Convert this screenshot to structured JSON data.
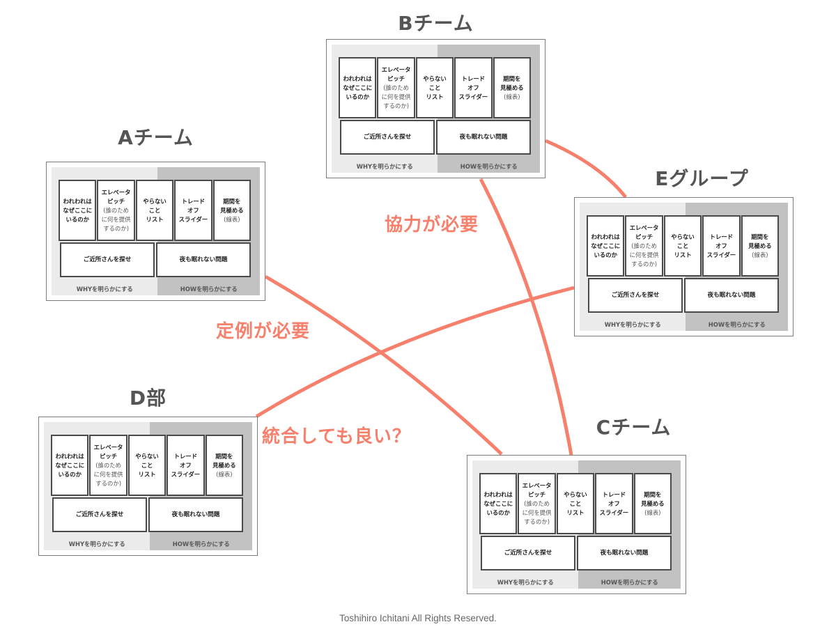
{
  "accent_color": "#f7806d",
  "card_template": {
    "top_row": [
      {
        "main": "われわれは\nなぜここに\nいるのか",
        "sub": ""
      },
      {
        "main": "エレベータ\nピッチ",
        "sub": "(誰のため\nに何を提供\nするのか)"
      },
      {
        "main": "やらない\nこと\nリスト",
        "sub": ""
      },
      {
        "main": "トレード\nオフ\nスライダー",
        "sub": ""
      },
      {
        "main": "期間を\n見極める",
        "sub": "(線表)"
      }
    ],
    "bottom_row": [
      "ご近所さんを探せ",
      "夜も眠れない問題"
    ],
    "footer_why": "WHYを明らかにする",
    "footer_how": "HOWを明らかにする"
  },
  "teams": [
    {
      "id": "a",
      "title": "Aチーム"
    },
    {
      "id": "b",
      "title": "Bチーム"
    },
    {
      "id": "c",
      "title": "Cチーム"
    },
    {
      "id": "d",
      "title": "D部"
    },
    {
      "id": "e",
      "title": "Eグループ"
    }
  ],
  "connections": [
    {
      "from": "Aチーム",
      "to": "Cチーム"
    },
    {
      "from": "Bチーム",
      "to": "Cチーム"
    },
    {
      "from": "Bチーム",
      "to": "Eグループ"
    },
    {
      "from": "D部",
      "to": "Eグループ"
    }
  ],
  "labels": {
    "cooperation": "協力が必要",
    "regular_meeting": "定例が必要",
    "merge": "統合しても良い？"
  },
  "copyright": "Toshihiro Ichitani All Rights Reserved."
}
